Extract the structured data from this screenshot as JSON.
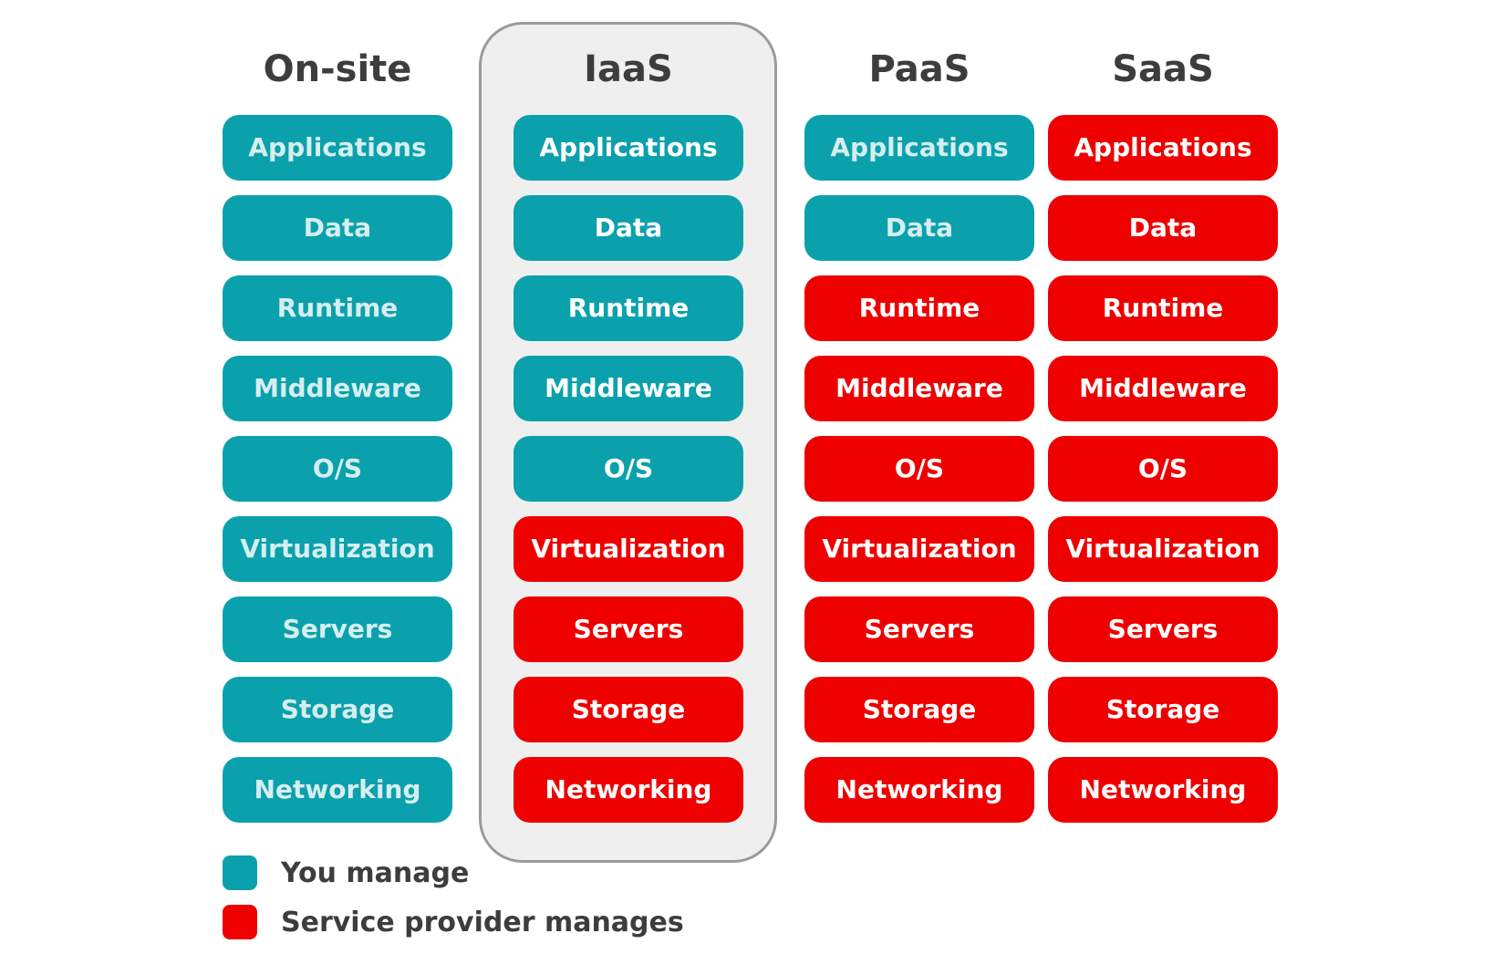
{
  "colors": {
    "you_manage": "#0aa1ac",
    "provider_manages": "#ee0000"
  },
  "columns": [
    {
      "title": "On-site",
      "layers": [
        {
          "label": "Applications",
          "manager": "you"
        },
        {
          "label": "Data",
          "manager": "you"
        },
        {
          "label": "Runtime",
          "manager": "you"
        },
        {
          "label": "Middleware",
          "manager": "you"
        },
        {
          "label": "O/S",
          "manager": "you"
        },
        {
          "label": "Virtualization",
          "manager": "you"
        },
        {
          "label": "Servers",
          "manager": "you"
        },
        {
          "label": "Storage",
          "manager": "you"
        },
        {
          "label": "Networking",
          "manager": "you"
        }
      ]
    },
    {
      "title": "IaaS",
      "layers": [
        {
          "label": "Applications",
          "manager": "you"
        },
        {
          "label": "Data",
          "manager": "you"
        },
        {
          "label": "Runtime",
          "manager": "you"
        },
        {
          "label": "Middleware",
          "manager": "you"
        },
        {
          "label": "O/S",
          "manager": "you"
        },
        {
          "label": "Virtualization",
          "manager": "provider"
        },
        {
          "label": "Servers",
          "manager": "provider"
        },
        {
          "label": "Storage",
          "manager": "provider"
        },
        {
          "label": "Networking",
          "manager": "provider"
        }
      ]
    },
    {
      "title": "PaaS",
      "layers": [
        {
          "label": "Applications",
          "manager": "you"
        },
        {
          "label": "Data",
          "manager": "you"
        },
        {
          "label": "Runtime",
          "manager": "provider"
        },
        {
          "label": "Middleware",
          "manager": "provider"
        },
        {
          "label": "O/S",
          "manager": "provider"
        },
        {
          "label": "Virtualization",
          "manager": "provider"
        },
        {
          "label": "Servers",
          "manager": "provider"
        },
        {
          "label": "Storage",
          "manager": "provider"
        },
        {
          "label": "Networking",
          "manager": "provider"
        }
      ]
    },
    {
      "title": "SaaS",
      "layers": [
        {
          "label": "Applications",
          "manager": "provider"
        },
        {
          "label": "Data",
          "manager": "provider"
        },
        {
          "label": "Runtime",
          "manager": "provider"
        },
        {
          "label": "Middleware",
          "manager": "provider"
        },
        {
          "label": "O/S",
          "manager": "provider"
        },
        {
          "label": "Virtualization",
          "manager": "provider"
        },
        {
          "label": "Servers",
          "manager": "provider"
        },
        {
          "label": "Storage",
          "manager": "provider"
        },
        {
          "label": "Networking",
          "manager": "provider"
        }
      ]
    }
  ],
  "legend": {
    "you_manage": "You manage",
    "provider_manages": "Service provider manages"
  }
}
